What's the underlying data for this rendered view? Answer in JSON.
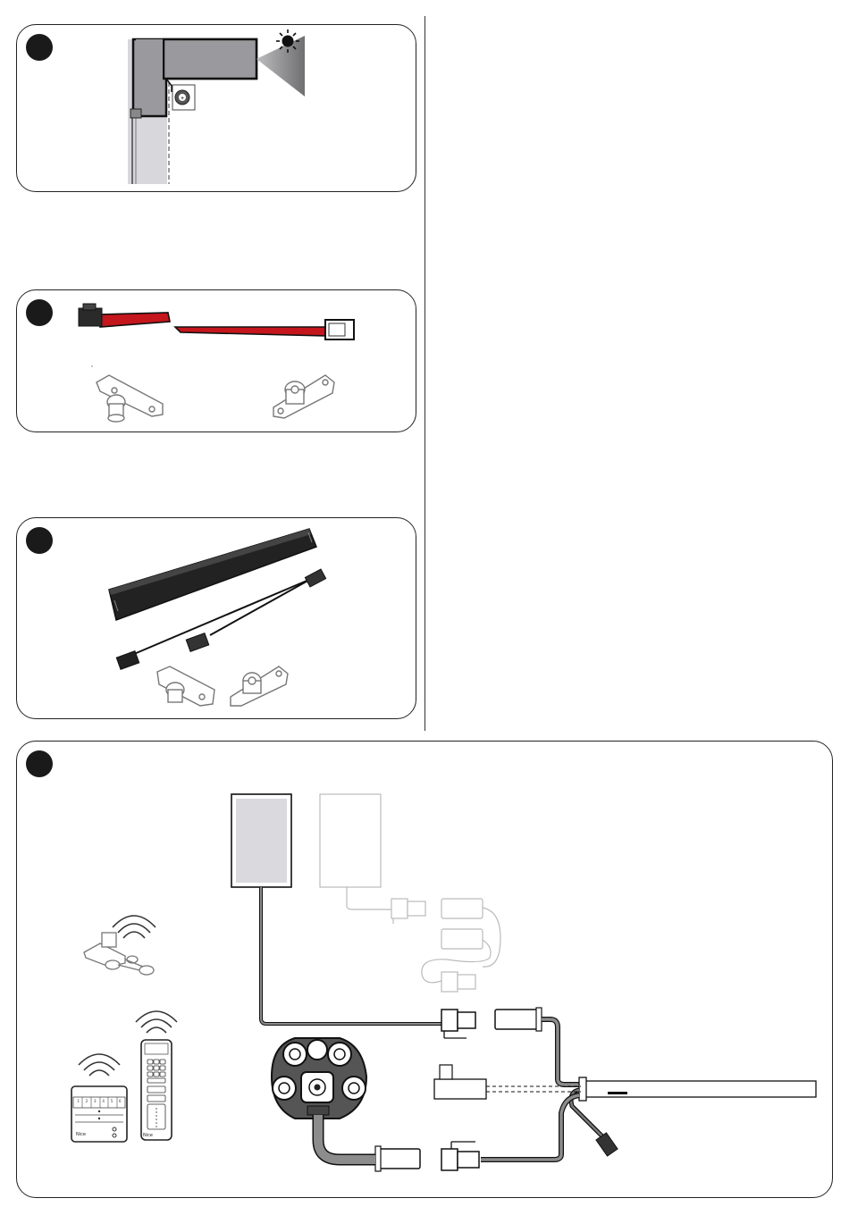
{
  "figures": [
    {
      "id": "panel-1",
      "badge": ""
    },
    {
      "id": "panel-2",
      "badge": ""
    },
    {
      "id": "panel-3",
      "badge": ""
    },
    {
      "id": "panel-4",
      "badge": ""
    }
  ],
  "remote": {
    "brand": "Nice",
    "keypad_labels": [
      "1",
      "2",
      "3",
      "4",
      "5",
      "6"
    ]
  },
  "colors": {
    "cable_red": "#c4161c",
    "cable_gray": "#8c8c8c",
    "panel_fill": "#d9d9de",
    "dark_bar": "#222222"
  }
}
